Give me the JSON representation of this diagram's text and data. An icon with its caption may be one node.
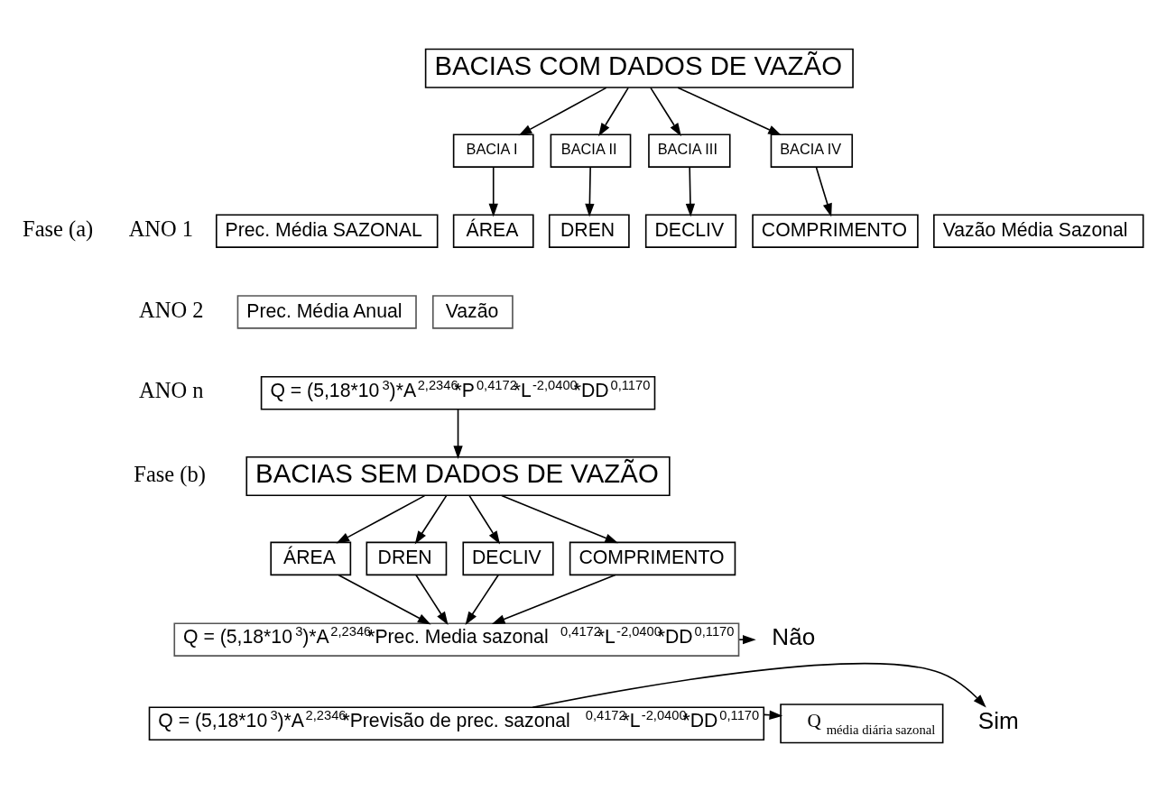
{
  "diagram": {
    "nodes": [
      {
        "text": [
          "BACIAS COM DADOS DE VAZÃO"
        ]
      },
      {
        "text": [
          "BACIA I"
        ]
      },
      {
        "text": [
          "BACIA II"
        ]
      },
      {
        "text": [
          "BACIA III"
        ]
      },
      {
        "text": [
          "BACIA IV"
        ]
      },
      {
        "text": [
          "Prec. Média SAZONAL"
        ]
      },
      {
        "text": [
          "ÁREA"
        ]
      },
      {
        "text": [
          "DREN"
        ]
      },
      {
        "text": [
          "DECLIV"
        ]
      },
      {
        "text": [
          "COMPRIMENTO"
        ]
      },
      {
        "text": [
          "Vazão Média Sazonal"
        ]
      },
      {
        "text": [
          "Prec. Média Anual"
        ]
      },
      {
        "text": [
          "Vazão"
        ]
      },
      {
        "text": [
          "Q = (5,18*10$^{3}$)*A$^{2,2346}$*P$^{0,4172}$*L$^{-2,0400}$*DD$^{0,1170}$"
        ]
      },
      {
        "text": [
          "BACIAS SEM DADOS DE VAZÃO"
        ]
      },
      {
        "text": [
          "ÁREA"
        ]
      },
      {
        "text": [
          "DREN"
        ]
      },
      {
        "text": [
          "DECLIV"
        ]
      },
      {
        "text": [
          "COMPRIMENTO"
        ]
      },
      {
        "text": [
          "Q = (5,18*10$^{3}$)*A$^{2,2346}$*Prec. Media sazonal $^{0,4172}$*L$^{-2,0400}$*DD$^{0,1170}$"
        ]
      },
      {
        "text": [
          "Não"
        ]
      },
      {
        "text": [
          "Q $_{média diária sazonal}$"
        ]
      },
      {
        "text": [
          "Q = (5,18*10$^{3}$)*A$^{2,2346}$*Previsão de prec. sazonal $^{0,4172}$*L$^{-2,0400}$*DD$^{0,1170}$"
        ]
      },
      {
        "text": [
          "Sim"
        ]
      }
    ],
    "edges": [
      {
        "from": 0,
        "to": 1,
        "arrow": "to"
      },
      {
        "from": 0,
        "to": 2,
        "arrow": "to"
      },
      {
        "from": 0,
        "to": 3,
        "arrow": "to"
      },
      {
        "from": 0,
        "to": 4,
        "arrow": "to"
      },
      {
        "from": 1,
        "to": 6,
        "arrow": "to"
      },
      {
        "from": 2,
        "to": 7,
        "arrow": "to"
      },
      {
        "from": 3,
        "to": 8,
        "arrow": "to"
      },
      {
        "from": 4,
        "to": 9,
        "arrow": "to"
      },
      {
        "from": 13,
        "to": 14,
        "arrow": "to"
      },
      {
        "from": 14,
        "to": 15,
        "arrow": "to"
      },
      {
        "from": 14,
        "to": 16,
        "arrow": "to"
      },
      {
        "from": 14,
        "to": 17,
        "arrow": "to"
      },
      {
        "from": 14,
        "to": 18,
        "arrow": "to"
      },
      {
        "from": 15,
        "to": 19,
        "arrow": "to"
      },
      {
        "from": 16,
        "to": 19,
        "arrow": "to"
      },
      {
        "from": 17,
        "to": 19,
        "arrow": "to"
      },
      {
        "from": 18,
        "to": 19,
        "arrow": "to"
      },
      {
        "from": 19,
        "to": 20,
        "arrow": "to"
      },
      {
        "from": 22,
        "to": 21,
        "arrow": "to"
      },
      {
        "from": 22,
        "to": 23,
        "arrow": "to"
      }
    ],
    "labels": [
      "Fase (a)",
      "ANO 1",
      "ANO 2",
      "ANO n",
      "Fase (b)"
    ]
  }
}
